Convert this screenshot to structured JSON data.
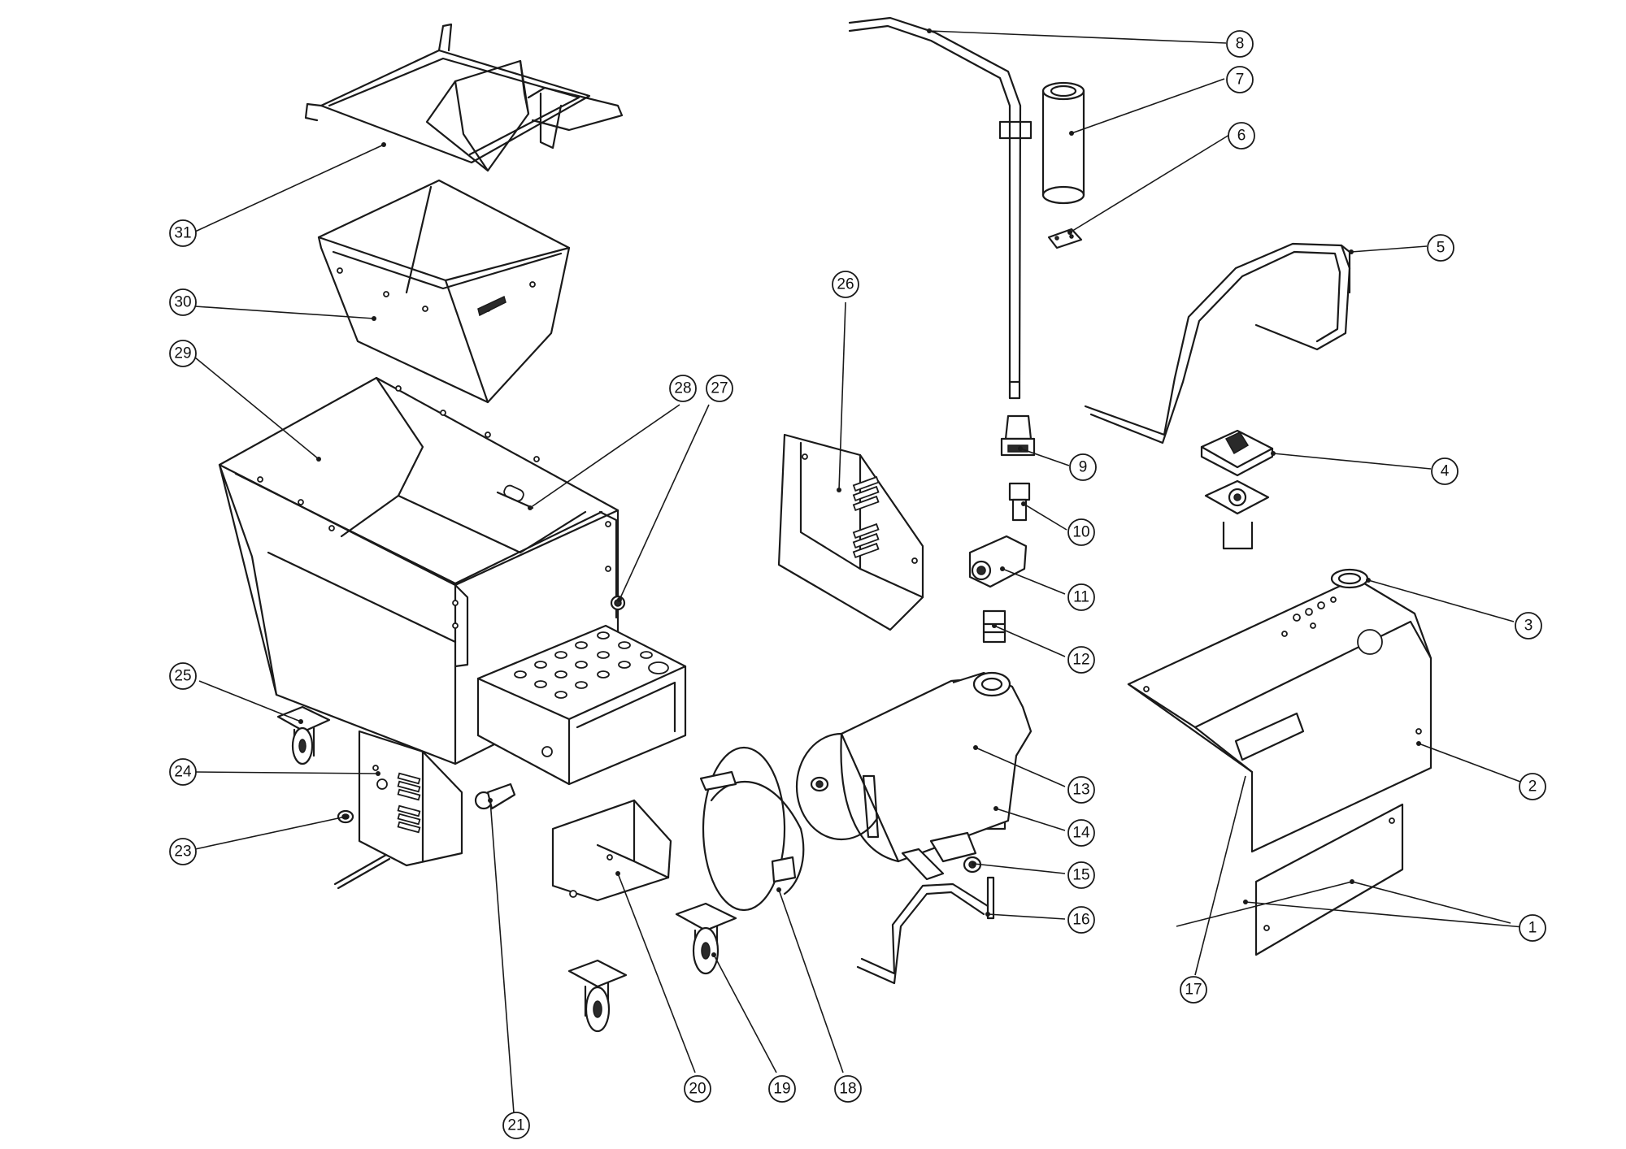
{
  "diagram": {
    "callouts": [
      {
        "number": "1"
      },
      {
        "number": "2"
      },
      {
        "number": "3"
      },
      {
        "number": "4"
      },
      {
        "number": "5"
      },
      {
        "number": "6"
      },
      {
        "number": "7"
      },
      {
        "number": "8"
      },
      {
        "number": "9"
      },
      {
        "number": "10"
      },
      {
        "number": "11"
      },
      {
        "number": "12"
      },
      {
        "number": "13"
      },
      {
        "number": "14"
      },
      {
        "number": "15"
      },
      {
        "number": "16"
      },
      {
        "number": "17"
      },
      {
        "number": "18"
      },
      {
        "number": "19"
      },
      {
        "number": "20"
      },
      {
        "number": "21"
      },
      {
        "number": "23"
      },
      {
        "number": "24"
      },
      {
        "number": "25"
      },
      {
        "number": "26"
      },
      {
        "number": "27"
      },
      {
        "number": "28"
      },
      {
        "number": "29"
      },
      {
        "number": "30"
      },
      {
        "number": "31"
      }
    ]
  }
}
